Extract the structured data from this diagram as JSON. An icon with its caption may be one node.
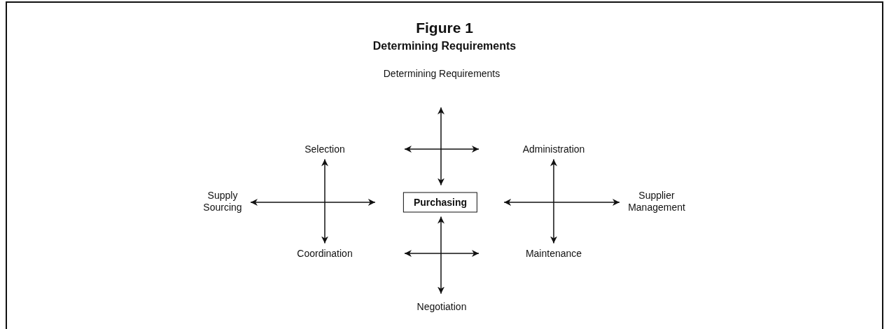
{
  "diagram": {
    "title": "Figure 1",
    "caption": "Determining Requirements",
    "nodes": [
      {
        "text": [
          "Determining Requirements"
        ]
      },
      {
        "text": [
          "Selection"
        ]
      },
      {
        "text": [
          "Administration"
        ]
      },
      {
        "text": [
          "Supply Sourcing"
        ]
      },
      {
        "text": [
          "Purchasing"
        ]
      },
      {
        "text": [
          "Supplier Management"
        ]
      },
      {
        "text": [
          "Coordination"
        ]
      },
      {
        "text": [
          "Maintenance"
        ]
      },
      {
        "text": [
          "Negotiation"
        ]
      }
    ],
    "edges": [
      {
        "from": 0,
        "to": 4,
        "arrow": "both"
      },
      {
        "from": 1,
        "to": 6,
        "arrow": "both"
      },
      {
        "from": 2,
        "to": 7,
        "arrow": "both"
      },
      {
        "from": 3,
        "to": 4,
        "arrow": "both"
      },
      {
        "from": 4,
        "to": 5,
        "arrow": "both"
      },
      {
        "from": 4,
        "to": 8,
        "arrow": "both"
      }
    ]
  }
}
